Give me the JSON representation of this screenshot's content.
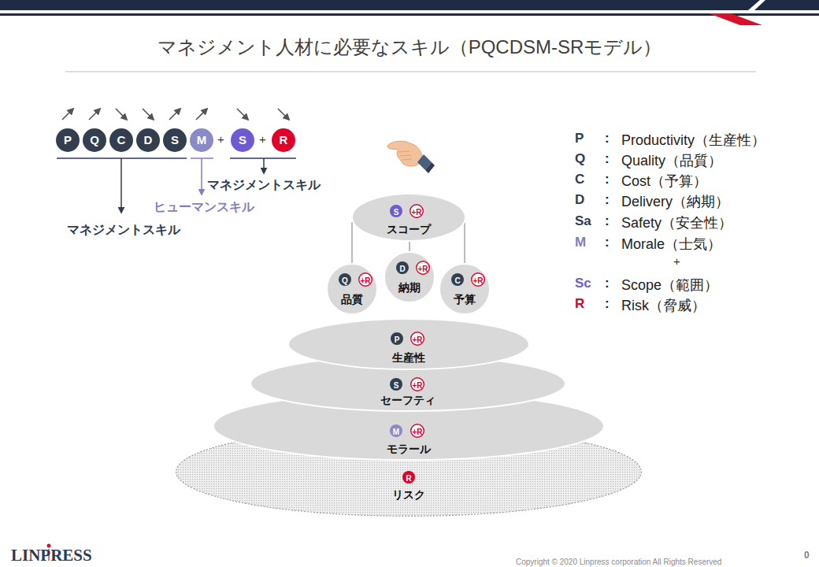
{
  "diagram": {
    "title": "マネジメント人材に必要なスキル（PQCDSM-SRモデル）",
    "nodes": [
      {
        "text": [
          "P"
        ]
      },
      {
        "text": [
          "Q"
        ]
      },
      {
        "text": [
          "C"
        ]
      },
      {
        "text": [
          "D"
        ]
      },
      {
        "text": [
          "S"
        ]
      },
      {
        "text": [
          "M"
        ]
      },
      {
        "text": [
          "S"
        ]
      },
      {
        "text": [
          "R"
        ]
      },
      {
        "text": [
          "スコープ"
        ]
      },
      {
        "text": [
          "S"
        ],
        "in": 8
      },
      {
        "text": [
          "+R"
        ],
        "in": 8
      },
      {
        "text": [
          "品質"
        ]
      },
      {
        "text": [
          "Q"
        ],
        "in": 11
      },
      {
        "text": [
          "+R"
        ],
        "in": 11
      },
      {
        "text": [
          "納期"
        ]
      },
      {
        "text": [
          "D"
        ],
        "in": 14
      },
      {
        "text": [
          "+R"
        ],
        "in": 14
      },
      {
        "text": [
          "予算"
        ]
      },
      {
        "text": [
          "C"
        ],
        "in": 17
      },
      {
        "text": [
          "+R"
        ],
        "in": 17
      },
      {
        "text": [
          "生産性"
        ]
      },
      {
        "text": [
          "P"
        ],
        "in": 20
      },
      {
        "text": [
          "+R"
        ],
        "in": 20
      },
      {
        "text": [
          "セーフティ"
        ]
      },
      {
        "text": [
          "S"
        ],
        "in": 23
      },
      {
        "text": [
          "+R"
        ],
        "in": 23
      },
      {
        "text": [
          "モラール"
        ]
      },
      {
        "text": [
          "M"
        ],
        "in": 26
      },
      {
        "text": [
          "+R"
        ],
        "in": 26
      },
      {
        "text": [
          "リスク"
        ]
      },
      {
        "text": [
          "R"
        ],
        "in": 29
      }
    ],
    "edges": [
      {
        "from": 8,
        "to": 11,
        "arrow": "none"
      },
      {
        "from": 8,
        "to": 14,
        "arrow": "none"
      },
      {
        "from": 8,
        "to": 17,
        "arrow": "none"
      }
    ],
    "labels": [
      "+",
      "+",
      "マネジメントスキル",
      "ヒューマンスキル",
      "マネジメントスキル",
      "P",
      ":",
      "Productivity（生産性）",
      "Q",
      ":",
      "Quality（品質）",
      "C",
      ":",
      "Cost（予算）",
      "D",
      ":",
      "Delivery（納期）",
      "Sa",
      ":",
      "Safety（安全性）",
      "M",
      ":",
      "Morale（士気）",
      "+",
      "Sc",
      ":",
      "Scope（範囲）",
      "R",
      ":",
      "Risk（脅威）",
      "LINPRESS",
      "Copyright © 2020 Linpress corporation All Rights Reserved",
      "0"
    ]
  }
}
